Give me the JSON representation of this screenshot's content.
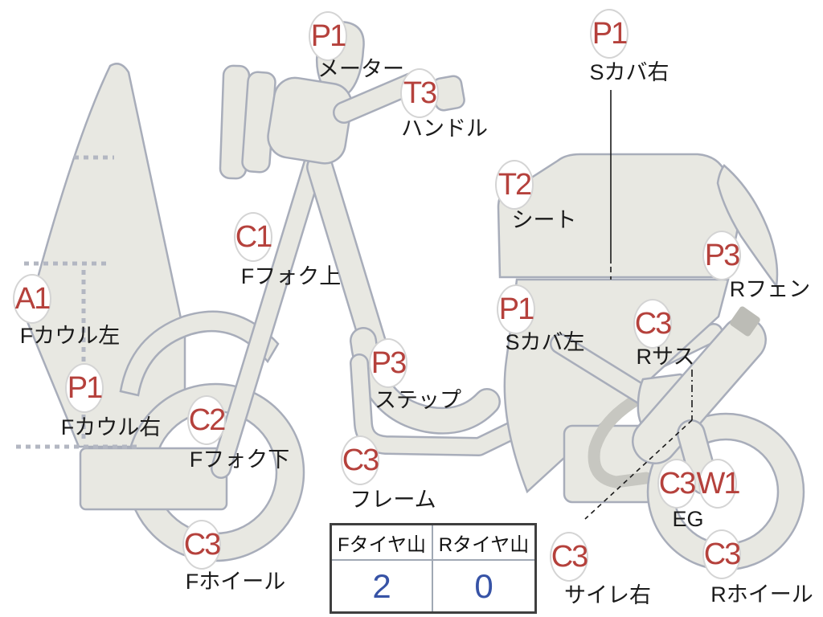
{
  "theme": {
    "background": "#ffffff",
    "body_fill": "#e8e8e2",
    "outline_color": "#a8adba",
    "code_color": "#b5413c",
    "label_color": "#1b1b1b",
    "badge_border": "#d4d4d4",
    "value_color": "#3753a6",
    "table_border": "#3f3f3f",
    "table_inner_border": "#a0a8b4"
  },
  "markers": {
    "meter": {
      "code": "P1",
      "label": "メーター"
    },
    "handlebar": {
      "code": "T3",
      "label": "ハンドル"
    },
    "side_cover_right": {
      "code": "P1",
      "label": "Sカバ右"
    },
    "seat": {
      "code": "T2",
      "label": "シート"
    },
    "f_fork_upper": {
      "code": "C1",
      "label": "Fフォク上"
    },
    "f_cowl_left": {
      "code": "A1",
      "label": "Fカウル左"
    },
    "f_cowl_right": {
      "code": "P1",
      "label": "Fカウル右"
    },
    "f_fork_lower": {
      "code": "C2",
      "label": "Fフォク下"
    },
    "step": {
      "code": "P3",
      "label": "ステップ"
    },
    "side_cover_left": {
      "code": "P1",
      "label": "Sカバ左"
    },
    "frame": {
      "code": "C3",
      "label": "フレーム"
    },
    "f_wheel": {
      "code": "C3",
      "label": "Fホイール"
    },
    "r_fender": {
      "code": "P3",
      "label": "Rフェン"
    },
    "r_suspension": {
      "code": "C3",
      "label": "Rサス"
    },
    "engine": {
      "code_left": "C3",
      "code_right": "W1",
      "label": "EG"
    },
    "silencer_right": {
      "code": "C3",
      "label": "サイレ右"
    },
    "r_wheel": {
      "code": "C3",
      "label": "Rホイール"
    }
  },
  "tire_table": {
    "headers": [
      "Fタイヤ山",
      "Rタイヤ山"
    ],
    "values": [
      "2",
      "0"
    ]
  }
}
